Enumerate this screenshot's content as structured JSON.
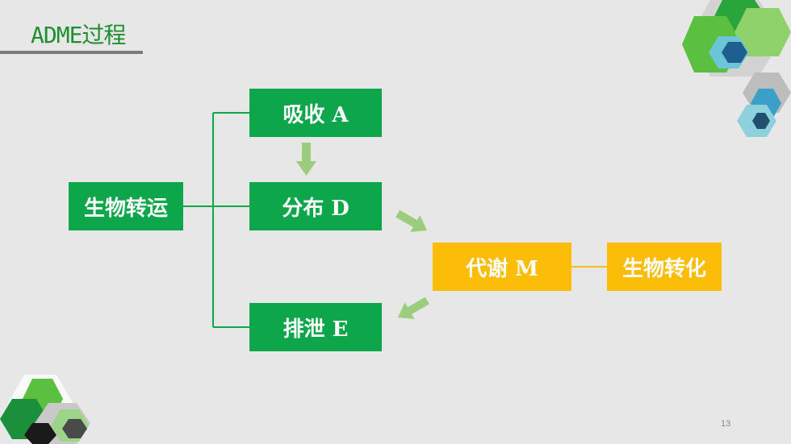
{
  "slide": {
    "title": "ADME过程",
    "page_number": "13"
  },
  "diagram": {
    "nodes": {
      "transport": "生物转运",
      "absorption": "吸收 A",
      "distribution": "分布 D",
      "excretion": "排泄 E",
      "metabolism": "代谢 M",
      "biotransformation": "生物转化"
    }
  },
  "colors": {
    "green": "#0ea64a",
    "gold": "#fbbd08",
    "arrow": "#9ccc7e",
    "title": "#1d8f2f"
  }
}
